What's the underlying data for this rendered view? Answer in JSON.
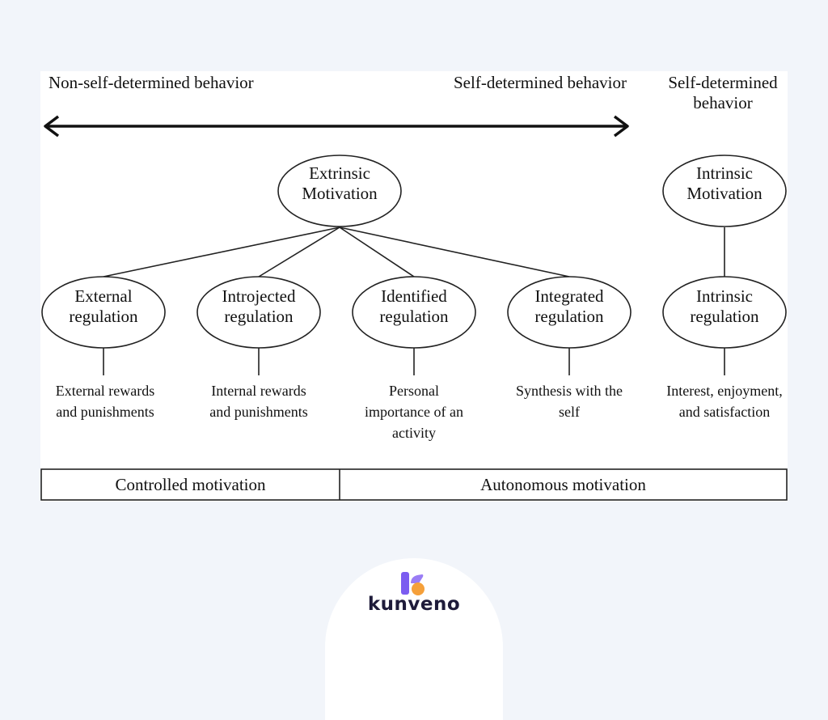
{
  "header": {
    "left": "Non-self-determined behavior",
    "middle": "Self-determined behavior",
    "right": "Self-determined behavior"
  },
  "nodes": {
    "extrinsic": "Extrinsic Motivation",
    "intrinsic": "Intrinsic Motivation",
    "regulations": [
      {
        "label": "External regulation",
        "description": "External rewards and punishments"
      },
      {
        "label": "Introjected regulation",
        "description": "Internal rewards and punishments"
      },
      {
        "label": "Identified regulation",
        "description": "Personal importance of an activity"
      },
      {
        "label": "Integrated regulation",
        "description": "Synthesis with the self"
      },
      {
        "label": "Intrinsic regulation",
        "description": "Interest, enjoyment, and satisfaction"
      }
    ]
  },
  "footer": {
    "controlled": "Controlled motivation",
    "autonomous": "Autonomous motivation"
  },
  "brand": {
    "name": "kunveno",
    "icon": "kunveno-logo-icon",
    "colors": {
      "purple": "#7b5cf0",
      "orange": "#f5a03a",
      "text": "#1e1b3a"
    }
  }
}
